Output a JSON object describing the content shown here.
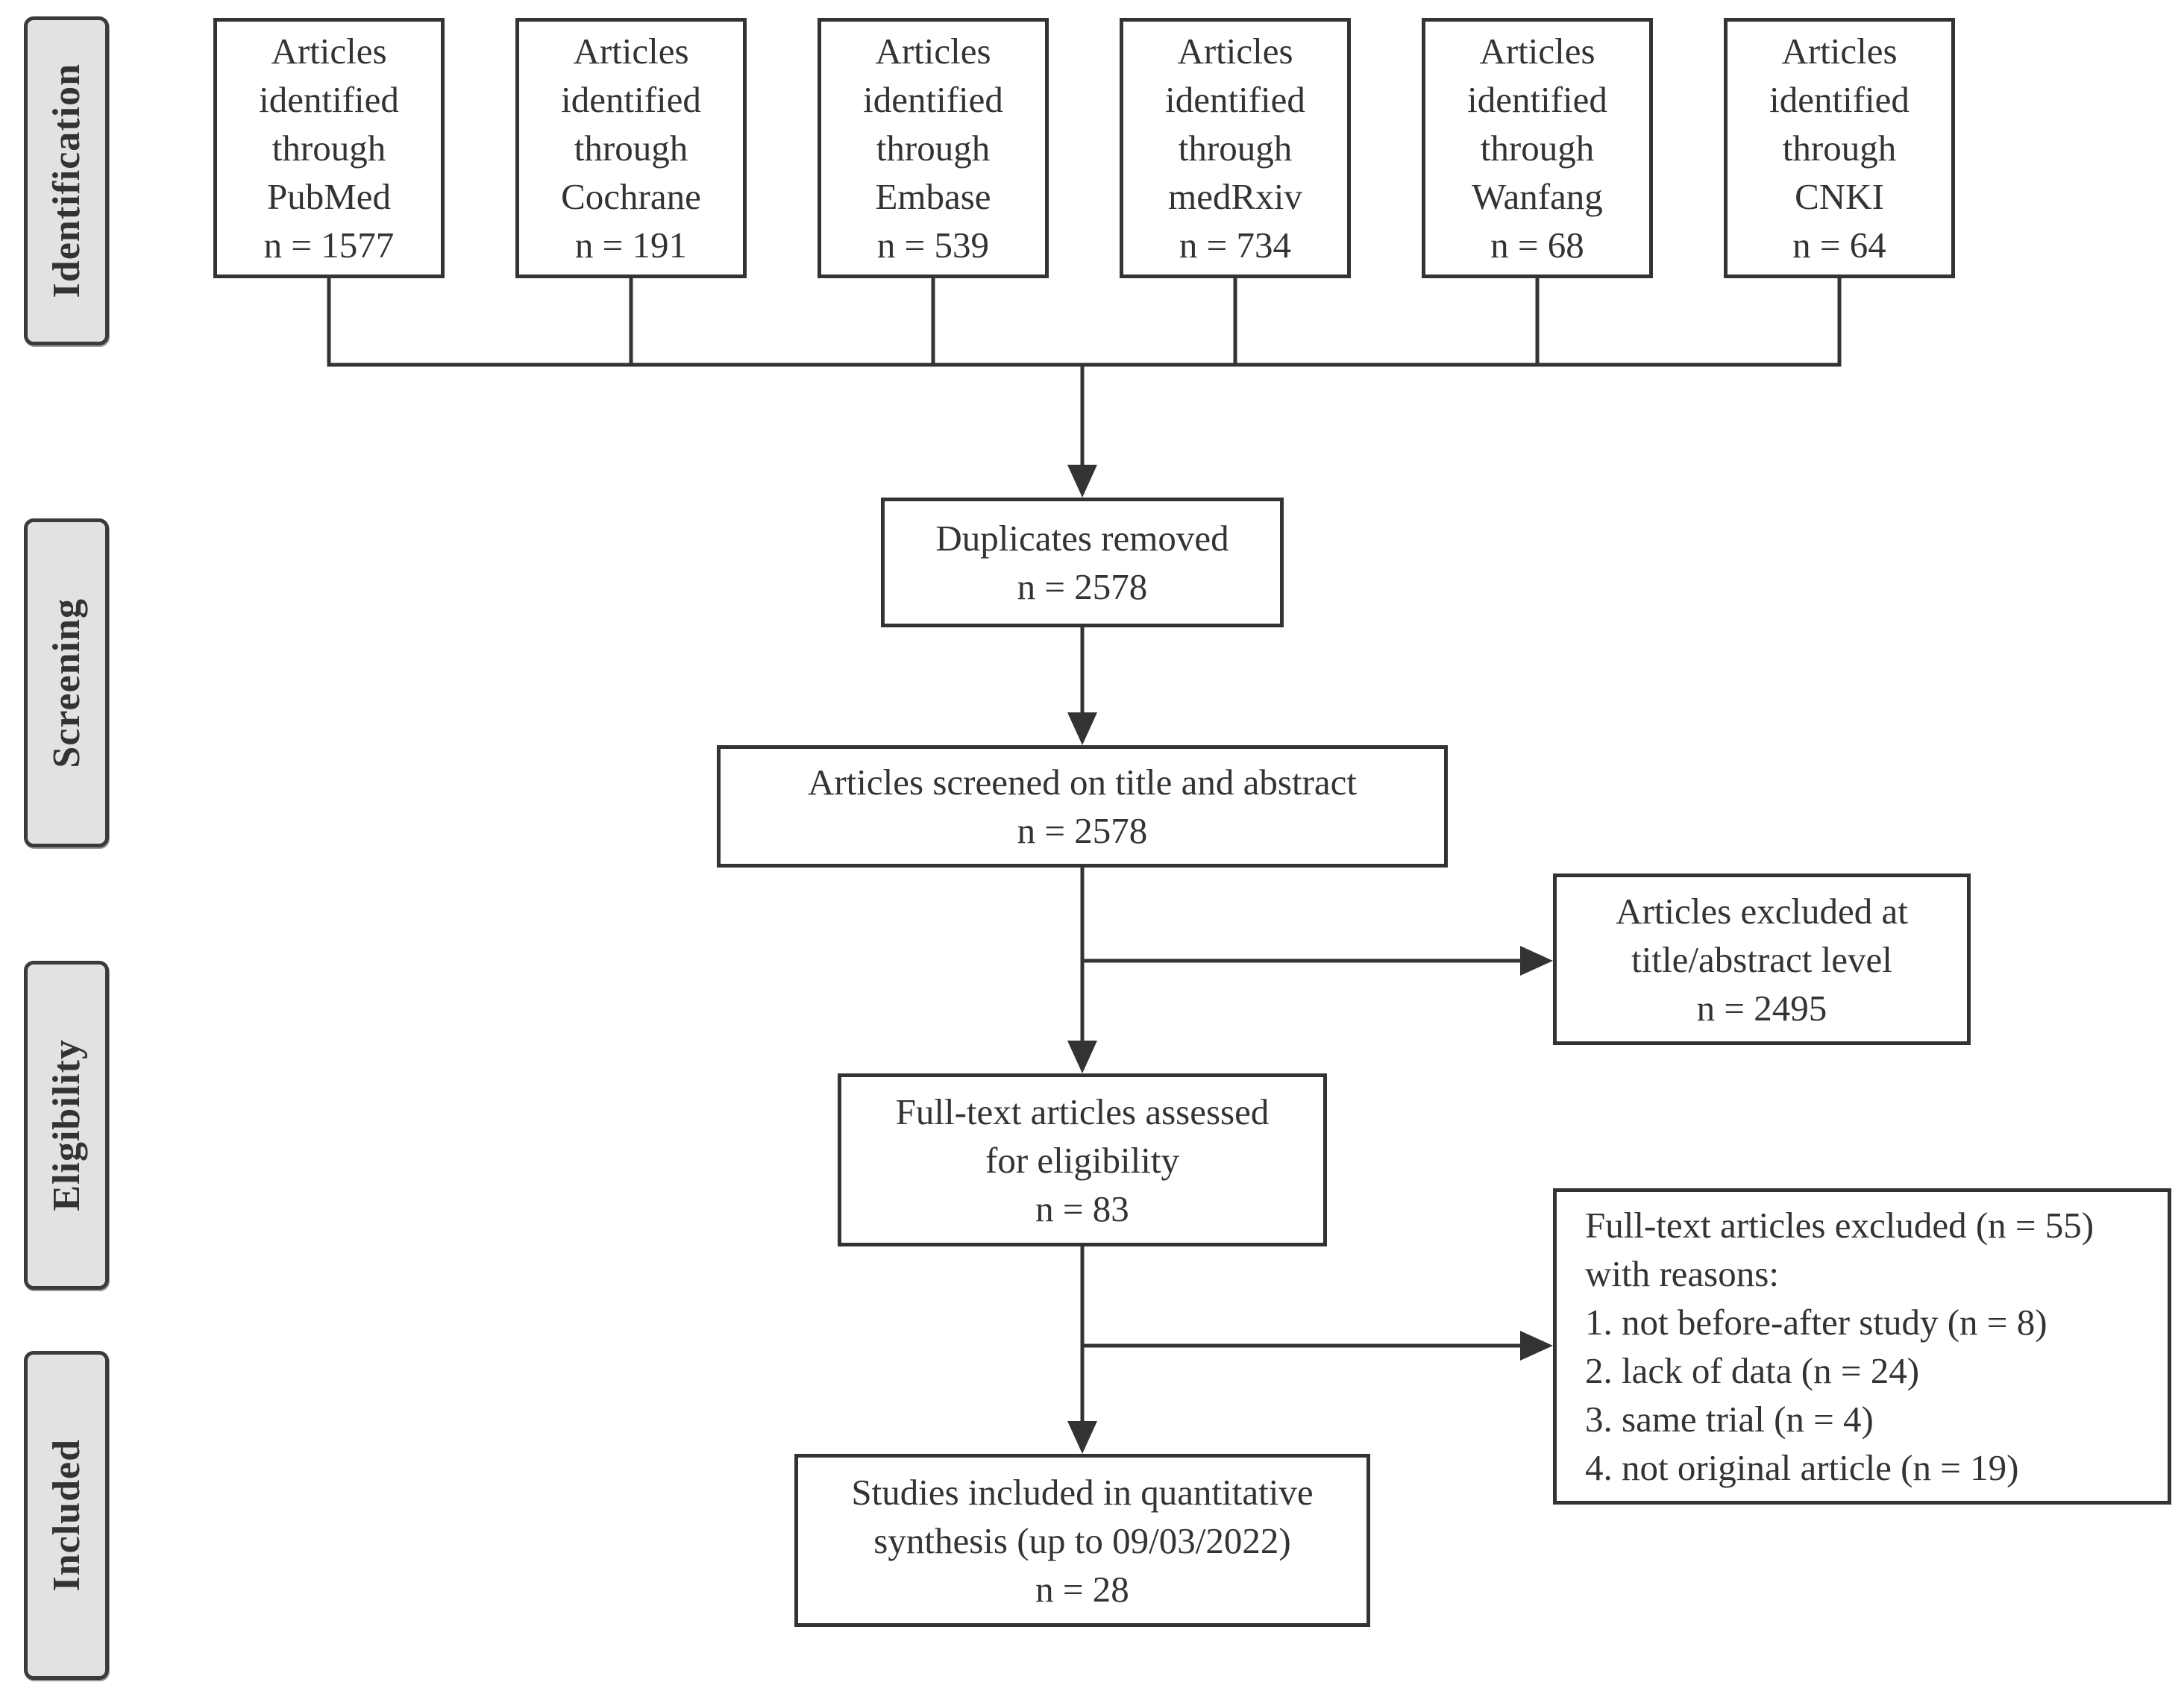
{
  "stages": [
    {
      "label": "Identification"
    },
    {
      "label": "Screening"
    },
    {
      "label": "Eligibility"
    },
    {
      "label": "Included"
    }
  ],
  "sources": [
    {
      "lines": [
        "Articles",
        "identified",
        "through",
        "PubMed"
      ],
      "count": "n = 1577"
    },
    {
      "lines": [
        "Articles",
        "identified",
        "through",
        "Cochrane"
      ],
      "count": "n = 191"
    },
    {
      "lines": [
        "Articles",
        "identified",
        "through",
        "Embase"
      ],
      "count": "n = 539"
    },
    {
      "lines": [
        "Articles",
        "identified",
        "through",
        "medRxiv"
      ],
      "count": "n = 734"
    },
    {
      "lines": [
        "Articles",
        "identified",
        "through",
        "Wanfang"
      ],
      "count": "n = 68"
    },
    {
      "lines": [
        "Articles",
        "identified",
        "through",
        "CNKI"
      ],
      "count": "n = 64"
    }
  ],
  "duplicates": {
    "lines": [
      "Duplicates removed"
    ],
    "count": "n = 2578"
  },
  "screened": {
    "lines": [
      "Articles screened on title and abstract"
    ],
    "count": "n = 2578"
  },
  "excluded_title": {
    "lines": [
      "Articles excluded at",
      "title/abstract level"
    ],
    "count": "n = 2495"
  },
  "fulltext": {
    "lines": [
      "Full-text articles assessed",
      "for eligibility"
    ],
    "count": "n = 83"
  },
  "excluded_fulltext": {
    "lines": [
      "Full-text articles excluded (n = 55)",
      "with reasons:",
      "1. not before-after study (n = 8)",
      "2. lack of data (n = 24)",
      "3. same trial (n = 4)",
      "4. not original article (n = 19)"
    ]
  },
  "included": {
    "lines": [
      "Studies included in quantitative",
      "synthesis (up to 09/03/2022)"
    ],
    "count": "n = 28"
  },
  "colors": {
    "line": "#333333",
    "stage_fill": "#e2e2e2"
  }
}
